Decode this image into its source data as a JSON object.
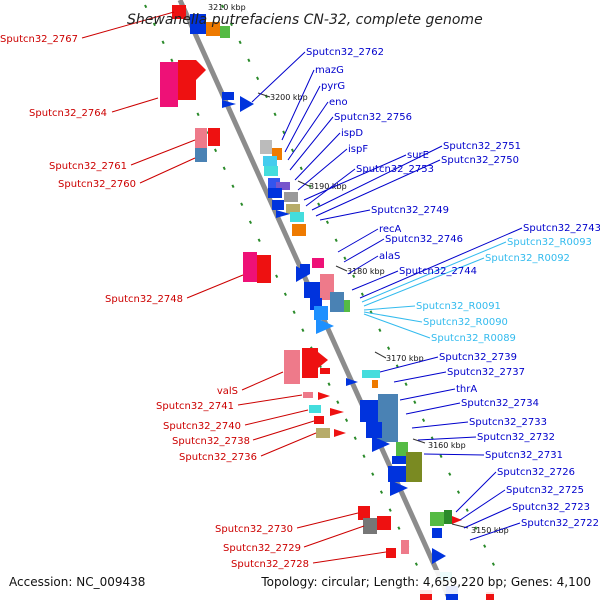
{
  "title": "Shewanella putrefaciens CN-32, complete genome",
  "partial_scale_label": "3210 kbp",
  "accession": "Accession: NC_009438",
  "summary": "Topology: circular; Length: 4,659,220 bp; Genes: 4,100",
  "ticks": [
    "3200 kbp",
    "3190 kbp",
    "3180 kbp",
    "3170 kbp",
    "3160 kbp",
    "3150 kbp"
  ],
  "colors": {
    "forward_label": "#0000cc",
    "reverse_label": "#cc0000",
    "rna_label": "#33bbee",
    "backbone": "#8c8c8c",
    "forward_gene": "#0033dd",
    "reverse_gene": "#ee1111"
  },
  "left_labels": [
    "Sputcn32_2767",
    "Sputcn32_2764",
    "Sputcn32_2761",
    "Sputcn32_2760",
    "Sputcn32_2748",
    "valS",
    "Sputcn32_2741",
    "Sputcn32_2740",
    "Sputcn32_2738",
    "Sputcn32_2736",
    "Sputcn32_2730",
    "Sputcn32_2729",
    "Sputcn32_2728"
  ],
  "right_labels": [
    "Sputcn32_2762",
    "mazG",
    "pyrG",
    "eno",
    "Sputcn32_2756",
    "ispD",
    "ispF",
    "surE",
    "Sputcn32_2751",
    "Sputcn32_2753",
    "Sputcn32_2750",
    "Sputcn32_2749",
    "recA",
    "Sputcn32_2746",
    "Sputcn32_2743",
    "alaS",
    "Sputcn32_R0093",
    "Sputcn32_R0092",
    "Sputcn32_2744",
    "Sputcn32_R0091",
    "Sputcn32_R0090",
    "Sputcn32_R0089",
    "Sputcn32_2739",
    "Sputcn32_2737",
    "thrA",
    "Sputcn32_2734",
    "Sputcn32_2733",
    "Sputcn32_2732",
    "Sputcn32_2731",
    "Sputcn32_2726",
    "Sputcn32_2725",
    "Sputcn32_2723",
    "Sputcn32_2722"
  ]
}
